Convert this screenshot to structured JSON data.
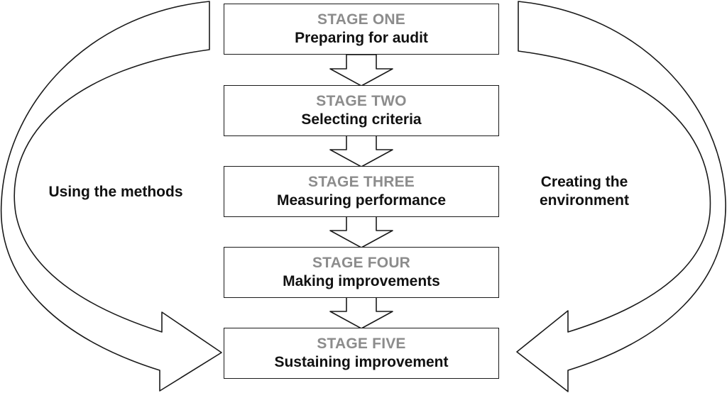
{
  "stages": [
    {
      "label": "STAGE ONE",
      "title": "Preparing for audit"
    },
    {
      "label": "STAGE TWO",
      "title": "Selecting criteria"
    },
    {
      "label": "STAGE THREE",
      "title": "Measuring performance"
    },
    {
      "label": "STAGE FOUR",
      "title": "Making improvements"
    },
    {
      "label": "STAGE FIVE",
      "title": "Sustaining improvement"
    }
  ],
  "left_loop": {
    "label": "Using the methods"
  },
  "right_loop": {
    "label_line1": "Creating the",
    "label_line2": "environment"
  },
  "colors": {
    "stage_label": "#8c8c8c",
    "text": "#111111",
    "outline": "#1a1a1a"
  }
}
